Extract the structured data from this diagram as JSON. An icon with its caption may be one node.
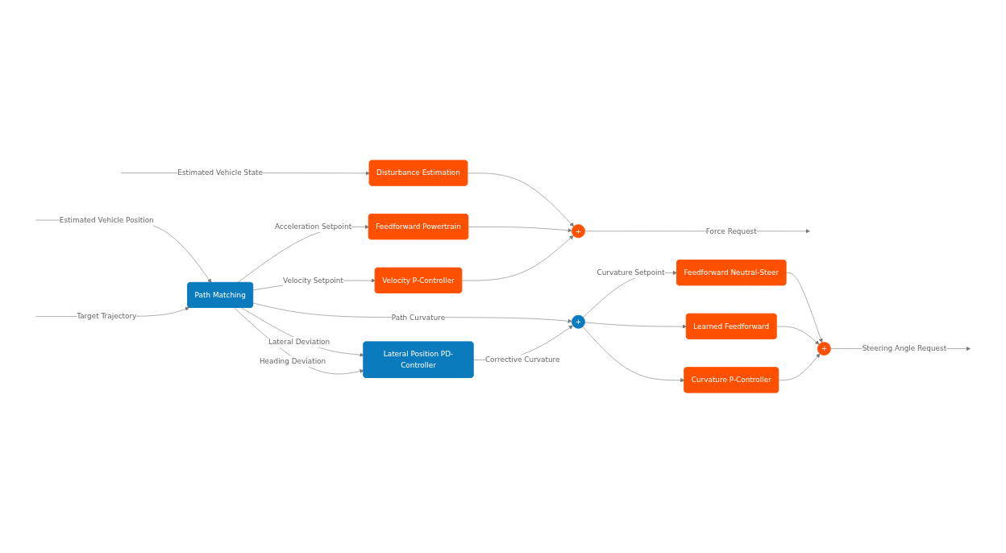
{
  "diagram": {
    "nodes": [
      {
        "text": [
          "Path Matching"
        ]
      },
      {
        "text": [
          "Lateral Position PD-Controller"
        ]
      },
      {
        "text": [
          "Disturbance Estimation"
        ]
      },
      {
        "text": [
          "Feedforward Powertrain"
        ]
      },
      {
        "text": [
          "Velocity P-Controller"
        ]
      },
      {
        "text": [
          "+"
        ]
      },
      {
        "text": [
          "+"
        ]
      },
      {
        "text": [
          "Feedforward Neutral-Steer"
        ]
      },
      {
        "text": [
          "Learned Feedforward"
        ]
      },
      {
        "text": [
          "Curvature P-Controller"
        ]
      },
      {
        "text": [
          "+"
        ]
      }
    ],
    "edges": [
      {
        "from": null,
        "to": 0,
        "arrow": "to",
        "label": "Estimated Vehicle Position"
      },
      {
        "from": null,
        "to": 0,
        "arrow": "to",
        "label": "Target Trajectory"
      },
      {
        "from": null,
        "to": 2,
        "arrow": "to",
        "label": "Estimated Vehicle State"
      },
      {
        "from": 0,
        "to": 3,
        "arrow": "to",
        "label": "Acceleration Setpoint"
      },
      {
        "from": 0,
        "to": 4,
        "arrow": "to",
        "label": "Velocity Setpoint"
      },
      {
        "from": 2,
        "to": 5,
        "arrow": "to"
      },
      {
        "from": 3,
        "to": 5,
        "arrow": "to"
      },
      {
        "from": 4,
        "to": 5,
        "arrow": "to"
      },
      {
        "from": 5,
        "to": null,
        "arrow": "to",
        "label": "Force Request"
      },
      {
        "from": 0,
        "to": 6,
        "arrow": "to",
        "label": "Path Curvature"
      },
      {
        "from": 0,
        "to": 1,
        "arrow": "to",
        "label": "Lateral Deviation"
      },
      {
        "from": 0,
        "to": 1,
        "arrow": "to",
        "label": "Heading Deviation"
      },
      {
        "from": 1,
        "to": 6,
        "arrow": "to",
        "label": "Corrective Curvature"
      },
      {
        "from": 6,
        "to": 7,
        "arrow": "to",
        "label": "Curvature Setpoint"
      },
      {
        "from": 6,
        "to": 8,
        "arrow": "to"
      },
      {
        "from": 6,
        "to": 9,
        "arrow": "to"
      },
      {
        "from": 7,
        "to": 10,
        "arrow": "to"
      },
      {
        "from": 8,
        "to": 10,
        "arrow": "to"
      },
      {
        "from": 9,
        "to": 10,
        "arrow": "to"
      },
      {
        "from": 10,
        "to": null,
        "arrow": "to",
        "label": "Steering Angle Request"
      }
    ]
  }
}
